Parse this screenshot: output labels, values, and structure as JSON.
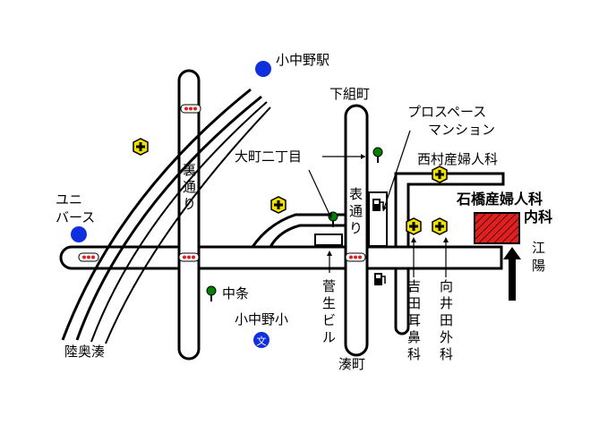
{
  "labels": {
    "station": "小中野駅",
    "shimogumi": "下組町",
    "prospace": "プロスペース",
    "mansion": "マンション",
    "omachi": "大町二丁目",
    "nishimura": "西村産婦人科",
    "ishibashi": "石橋産婦人科",
    "naika": "内科",
    "uni": "ユニ",
    "pars": "バース",
    "ura": [
      "裏",
      "通",
      "り"
    ],
    "omote": [
      "表",
      "通",
      "り"
    ],
    "e": "江",
    "yo": "陽",
    "chujo": "中条",
    "school": "小中野小",
    "school_mark": "文",
    "sugo": [
      "菅",
      "生",
      "ビ",
      "ル"
    ],
    "yoshida": [
      "吉",
      "田",
      "耳",
      "鼻",
      "科"
    ],
    "mukai": [
      "向",
      "井",
      "田",
      "外",
      "科"
    ],
    "mutsu": "陸奥湊",
    "minato": "湊町"
  },
  "colors": {
    "hospital": "#e02020",
    "station": "#1030e0",
    "signal_bulb": "#e02020",
    "pharmacy": "#f0e000",
    "tree": "#008000"
  },
  "icons": {
    "hospital": "hospital-building-icon",
    "pharmacy": "pharmacy-cross-icon",
    "signal": "traffic-signal-icon",
    "tree": "tree-icon",
    "fuel": "fuel-pump-icon",
    "station": "station-dot-icon",
    "school": "school-icon",
    "arrow": "north-arrow-icon"
  }
}
